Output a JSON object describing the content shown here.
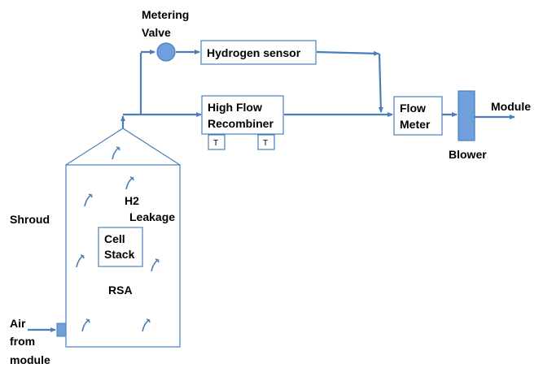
{
  "colors": {
    "flow": "#4a7ebb",
    "component_fill": "#6fa0dc",
    "component_stroke": "#4a7ebb",
    "text": "#000000"
  },
  "labels": {
    "metering_valve_line1": "Metering",
    "metering_valve_line2": "Valve",
    "hydrogen_sensor": "Hydrogen sensor",
    "recombiner_line1": "High Flow",
    "recombiner_line2": "Recombiner",
    "sensor_t1": "T",
    "sensor_t2": "T",
    "flow_meter_line1": "Flow",
    "flow_meter_line2": "Meter",
    "module": "Module",
    "blower": "Blower",
    "shroud": "Shroud",
    "h2_leakage_line1": "H2",
    "h2_leakage_line2": "Leakage",
    "cell_stack_line1": "Cell",
    "cell_stack_line2": "Stack",
    "rsa": "RSA",
    "air_line1": "Air",
    "air_line2": "from",
    "air_line3": "module"
  },
  "icons": {
    "leak_wisp": "curved-arrow-icon",
    "valve": "circle-valve-icon",
    "blower": "rectangle-blower-icon"
  }
}
